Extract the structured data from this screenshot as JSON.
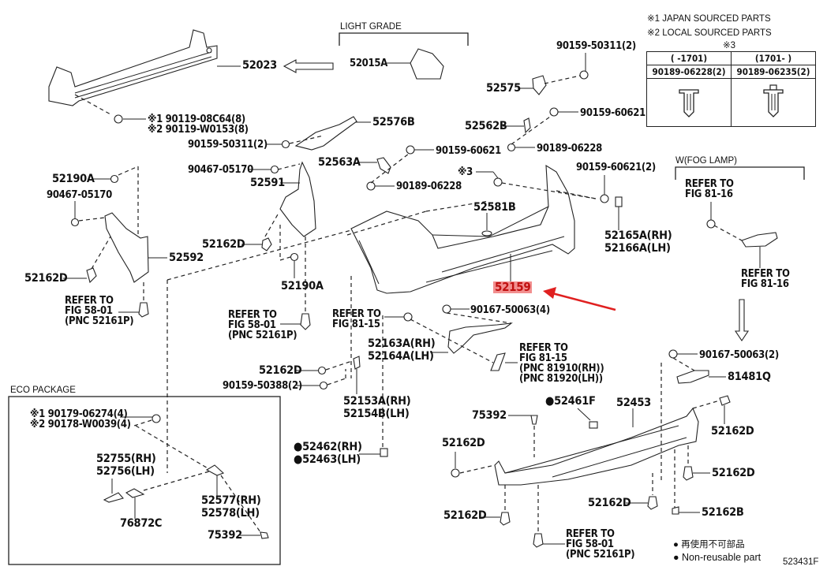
{
  "diagram_id": "523431F",
  "notes": {
    "note1": "※1  JAPAN SOURCED PARTS",
    "note2": "※2  LOCAL SOURCED PARTS",
    "note3_marker": "※3",
    "legend_jp": "● 再使用不可部品",
    "legend_en": "● Non-reusable part"
  },
  "ref_table": {
    "col1_range": "(       -1701)",
    "col2_range": "(1701-       )",
    "col1_part": "90189-06228(2)",
    "col2_part": "90189-06235(2)"
  },
  "groups": {
    "light_grade": "LIGHT GRADE",
    "fog_lamp": "W(FOG LAMP)",
    "eco_package": "ECO PACKAGE"
  },
  "highlight": {
    "part": "52159",
    "color": "#f28f8f",
    "arrow_color": "#e02020"
  },
  "labels": {
    "p52023": "52023",
    "p52015A": "52015A",
    "bolt1": "※1  90119-08C64(8)",
    "bolt2": "※2  90119-W0153(8)",
    "p52576B": "52576B",
    "s90159_50311_a": "90159-50311(2)",
    "s90159_50311_b": "90159-50311(2)",
    "p52575": "52575",
    "s90159_60621_a": "90159-60621",
    "p52562B": "52562B",
    "s90189_06228_a": "90189-06228",
    "s90159_60621_b": "90159-60621",
    "p52563A": "52563A",
    "s90189_06228_b": "90189-06228",
    "s90467_05170_a": "90467-05170",
    "p52591": "52591",
    "p52190A_a": "52190A",
    "s90467_05170_b": "90467-05170",
    "p52592": "52592",
    "p52162D_a": "52162D",
    "ref_58_01_a": [
      "REFER TO",
      "FIG 58-01",
      "(PNC 52161P)"
    ],
    "p52162D_b": "52162D",
    "p52190A_b": "52190A",
    "ref_58_01_b": [
      "REFER TO",
      "FIG 58-01",
      "(PNC 52161P)"
    ],
    "mark3": "※3",
    "s90159_60621_2": "90159-60621(2)",
    "p52581B": "52581B",
    "p52165A": "52165A(RH)",
    "p52166A": "52166A(LH)",
    "ref_81_16_a": [
      "REFER TO",
      "FIG 81-16"
    ],
    "ref_81_16_b": [
      "REFER TO",
      "FIG 81-16"
    ],
    "ref_81_15_a": [
      "REFER TO",
      "FIG 81-15"
    ],
    "s90167_50063_4": "90167-50063(4)",
    "p52163A": "52163A(RH)",
    "p52164A": "52164A(LH)",
    "ref_81_15_b": [
      "REFER TO",
      "FIG 81-15",
      "(PNC 81910(RH))",
      "(PNC 81920(LH))"
    ],
    "p52162D_c": "52162D",
    "s90159_50388": "90159-50388(2)",
    "p52153A": "52153A(RH)",
    "p52154B": "52154B(LH)",
    "p52462": "●52462(RH)",
    "p52463": "●52463(LH)",
    "s90167_50063_2": "90167-50063(2)",
    "p81481Q": "81481Q",
    "p52461F": "●52461F",
    "p52453": "52453",
    "p75392_a": "75392",
    "p52162D_d": "52162D",
    "p52162D_e": "52162D",
    "p52162D_f": "52162D",
    "p52162D_g": "52162D",
    "p52162D_h": "52162D",
    "p52162B": "52162B",
    "ref_58_01_c": [
      "REFER TO",
      "FIG 58-01",
      "(PNC 52161P)"
    ],
    "eco_bolt1": "※1 90179-06274(4)",
    "eco_bolt2": "※2 90178-W0039(4)",
    "p52755": "52755(RH)",
    "p52756": "52756(LH)",
    "p76872C": "76872C",
    "p52577": "52577(RH)",
    "p52578": "52578(LH)",
    "p75392_b": "75392"
  }
}
